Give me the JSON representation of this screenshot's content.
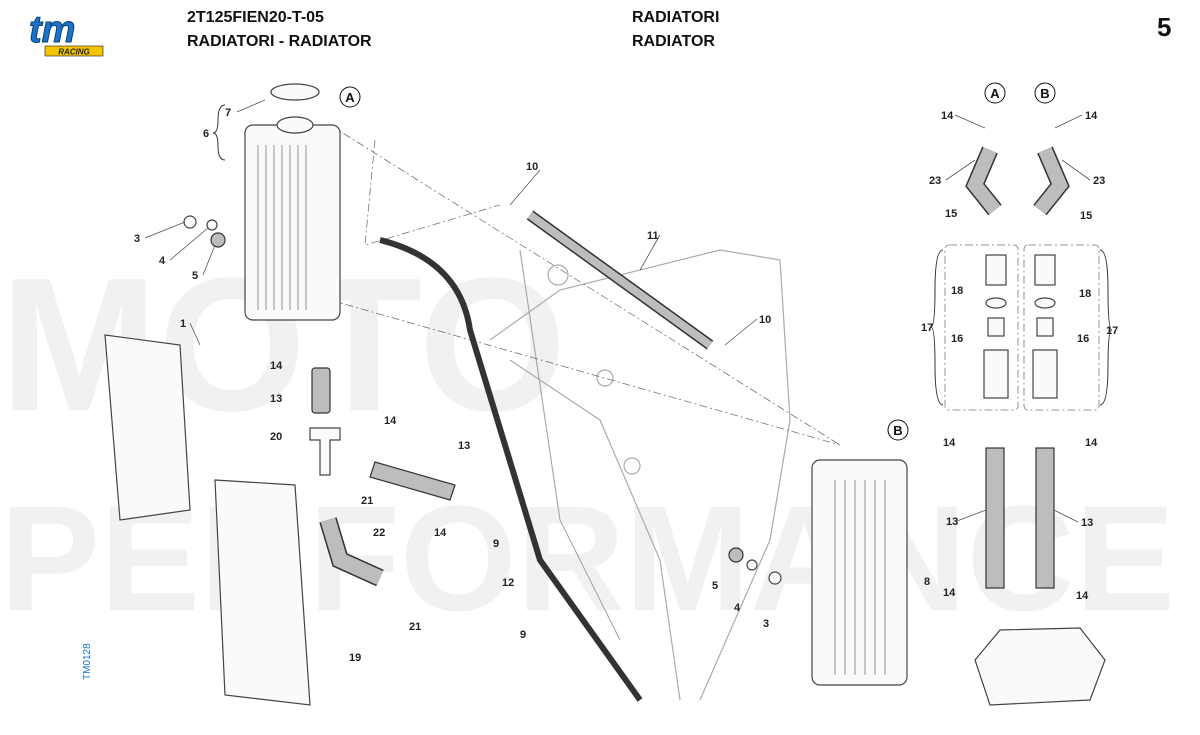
{
  "header": {
    "code": "2T125FIEN20-T-05",
    "title_it": "RADIATORI",
    "subtitle": "RADIATORI - RADIATOR",
    "title_en": "RADIATOR",
    "page_number": "5"
  },
  "logo": {
    "brand": "tm",
    "tagline": "RACING"
  },
  "colors": {
    "logo_blue": "#1a73c9",
    "logo_yellow": "#f2c500",
    "hose_gray": "#bdbdbd"
  },
  "watermark": {
    "line1": "MOTO",
    "line2": "PERFORMANCE"
  },
  "figure_id": "TM0128",
  "view_markers": {
    "a": "A",
    "b": "B"
  },
  "callouts": [
    "7",
    "6",
    "3",
    "4",
    "5",
    "1",
    "14",
    "13",
    "14",
    "20",
    "13",
    "21",
    "14",
    "22",
    "21",
    "19",
    "10",
    "11",
    "10",
    "9",
    "12",
    "9",
    "8",
    "5",
    "4",
    "3",
    "14",
    "14",
    "23",
    "23",
    "15",
    "15",
    "18",
    "18",
    "17",
    "17",
    "16",
    "16",
    "14",
    "14",
    "13",
    "13",
    "14",
    "14"
  ]
}
